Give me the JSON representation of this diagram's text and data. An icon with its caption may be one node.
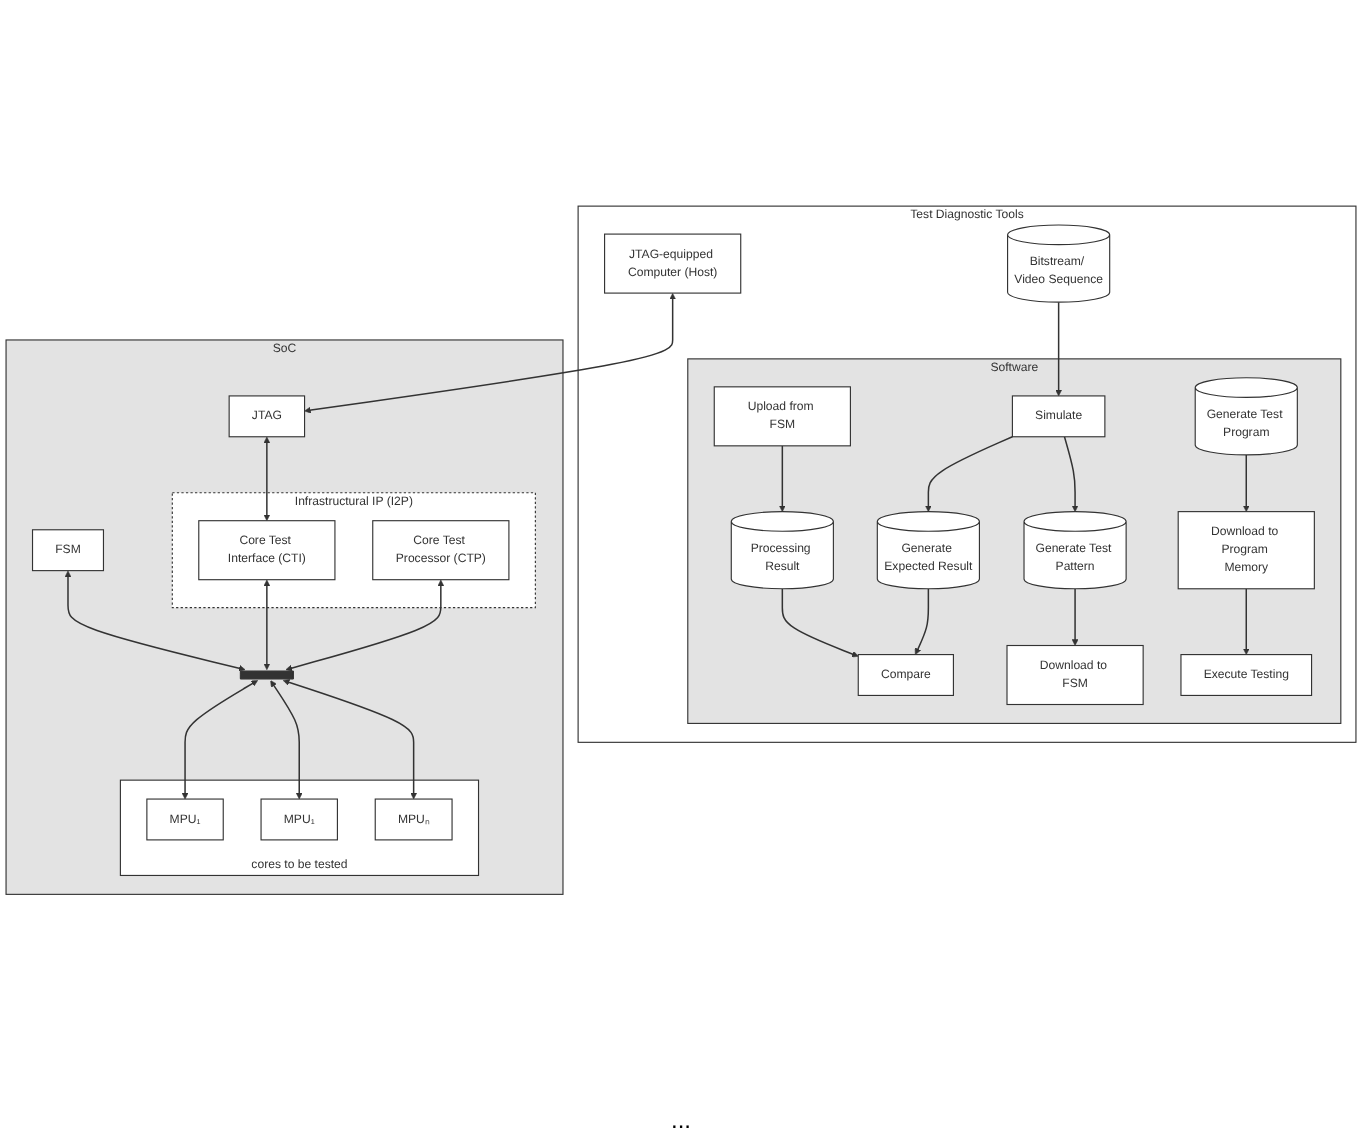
{
  "diagram": {
    "nodes": [
      {
        "text": [
          "Test Diagnostic Tools"
        ]
      },
      {
        "text": [
          "JTAG-equipped Computer (Host)"
        ],
        "in": 0
      },
      {
        "text": [
          "SoC"
        ]
      },
      {
        "text": [
          "Infrastructural IP (I2P)"
        ],
        "in": 2
      },
      {
        "text": [
          "Core Test Processor (CTP)"
        ],
        "in": 3
      },
      {
        "text": [
          "Core Test Interface (CTI)"
        ],
        "in": 3
      },
      {
        "text": [
          "JTAG"
        ],
        "in": 2
      },
      {
        "text": [
          "FSM"
        ],
        "in": 2
      },
      {
        "text": [],
        "shape": "bar",
        "in": 2
      },
      {
        "text": [
          "cores to be tested"
        ],
        "in": 2
      },
      {
        "text": [
          "MPU₁"
        ],
        "in": 9
      },
      {
        "text": [
          "MPU₁"
        ],
        "in": 9
      },
      {
        "text": [
          "MPUₙ"
        ],
        "in": 9
      },
      {
        "text": [
          "Bitstream/ Video Sequence"
        ],
        "in": 0
      },
      {
        "text": [
          "Software"
        ],
        "in": 0
      },
      {
        "text": [
          "Simulate"
        ],
        "in": 14
      },
      {
        "text": [
          "Compare"
        ],
        "in": 14
      },
      {
        "text": [
          "Generate Test Pattern"
        ],
        "in": 14
      },
      {
        "text": [
          "Generate Test Program"
        ],
        "in": 14
      },
      {
        "text": [
          "Generate Expected Result"
        ],
        "in": 14
      },
      {
        "text": [
          "Processing Result"
        ],
        "in": 14
      },
      {
        "text": [
          "Download to FSM"
        ],
        "in": 14
      },
      {
        "text": [
          "Download to Program Memory"
        ],
        "in": 14
      },
      {
        "text": [
          "Execute Testing"
        ],
        "in": 14
      },
      {
        "text": [
          "Upload from FSM"
        ],
        "in": 14
      }
    ],
    "edges": [
      {
        "from": 1,
        "to": 6,
        "arrow": "both"
      },
      {
        "from": 6,
        "to": 5,
        "arrow": "both"
      },
      {
        "from": 4,
        "to": 8,
        "arrow": "both"
      },
      {
        "from": 5,
        "to": 8,
        "arrow": "both"
      },
      {
        "from": 7,
        "to": 8,
        "arrow": "both"
      },
      {
        "from": 8,
        "to": 10,
        "arrow": "both"
      },
      {
        "from": 8,
        "to": 11,
        "arrow": "both"
      },
      {
        "from": 8,
        "to": 12,
        "arrow": "both"
      },
      {
        "from": 13,
        "to": 15,
        "arrow": "to"
      },
      {
        "from": 15,
        "to": 17,
        "arrow": "to"
      },
      {
        "from": 15,
        "to": 19,
        "arrow": "to"
      },
      {
        "from": 17,
        "to": 21,
        "arrow": "to"
      },
      {
        "from": 18,
        "to": 22,
        "arrow": "to"
      },
      {
        "from": 22,
        "to": 23,
        "arrow": "to"
      },
      {
        "from": 19,
        "to": 16,
        "arrow": "to"
      },
      {
        "from": 20,
        "to": 16,
        "arrow": "to"
      },
      {
        "from": 24,
        "to": 20,
        "arrow": "to"
      }
    ],
    "labels": [
      "..."
    ]
  }
}
